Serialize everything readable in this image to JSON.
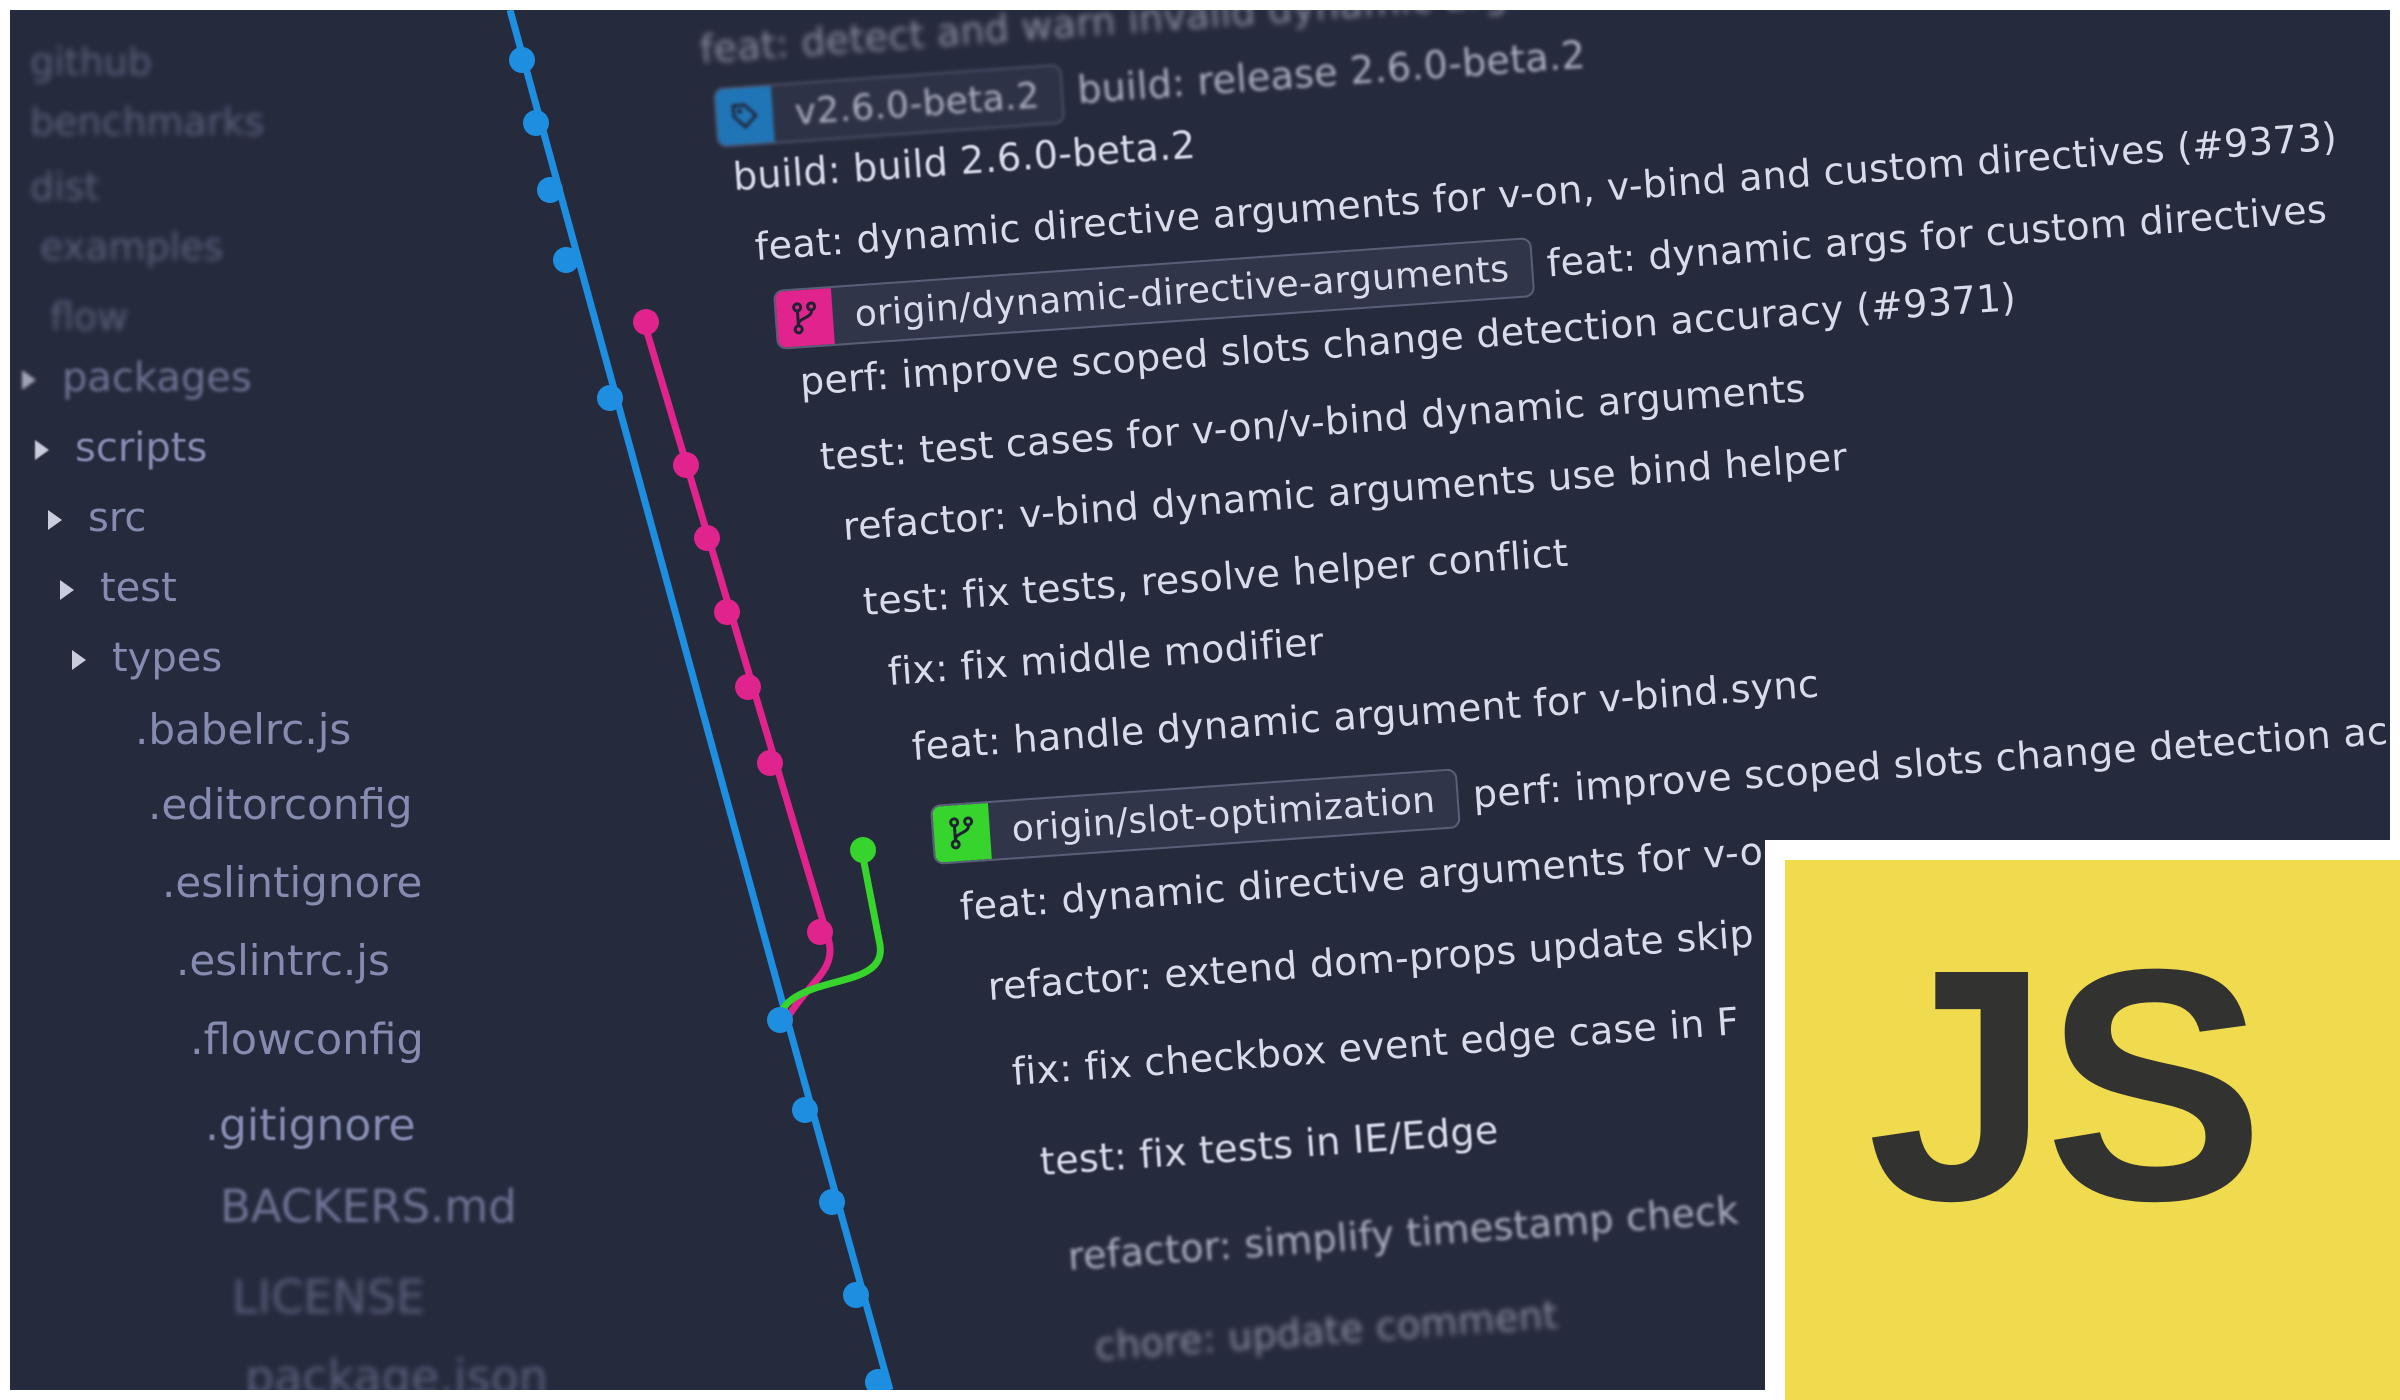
{
  "colors": {
    "background": "#262a3d",
    "tree_text": "#858cb0",
    "commit_text": "#d8dbea",
    "branch_blue": "#1e8fe0",
    "branch_pink": "#e0238d",
    "branch_green": "#36d42c",
    "js_yellow": "#f0db4f",
    "js_dark": "#323330"
  },
  "sidebar": {
    "items": [
      {
        "label": "github",
        "has_arrow": false
      },
      {
        "label": "benchmarks",
        "has_arrow": false
      },
      {
        "label": "dist",
        "has_arrow": false
      },
      {
        "label": "examples",
        "has_arrow": false
      },
      {
        "label": "flow",
        "has_arrow": false
      },
      {
        "label": "packages",
        "has_arrow": true
      },
      {
        "label": "scripts",
        "has_arrow": true
      },
      {
        "label": "src",
        "has_arrow": true
      },
      {
        "label": "test",
        "has_arrow": true
      },
      {
        "label": "types",
        "has_arrow": true
      },
      {
        "label": ".babelrc.js",
        "has_arrow": false
      },
      {
        "label": ".editorconfig",
        "has_arrow": false
      },
      {
        "label": ".eslintignore",
        "has_arrow": false
      },
      {
        "label": ".eslintrc.js",
        "has_arrow": false
      },
      {
        "label": ".flowconfig",
        "has_arrow": false
      },
      {
        "label": ".gitignore",
        "has_arrow": false
      },
      {
        "label": "BACKERS.md",
        "has_arrow": false
      },
      {
        "label": "LICENSE",
        "has_arrow": false
      },
      {
        "label": "package.json",
        "has_arrow": false
      }
    ]
  },
  "commits": [
    {
      "message": "feat: detect and warn invalid dynamic argument expressions"
    },
    {
      "tag": {
        "label": "v2.6.0-beta.2",
        "icon": "tag-icon",
        "color": "#1e8fe0"
      },
      "message": "build: release 2.6.0-beta.2"
    },
    {
      "message": "build: build 2.6.0-beta.2"
    },
    {
      "message": "feat: dynamic directive arguments for v-on, v-bind and custom directives (#9373)"
    },
    {
      "tag": {
        "label": "origin/dynamic-directive-arguments",
        "icon": "branch-icon",
        "color": "#e0238d"
      },
      "message": "feat: dynamic args for custom directives"
    },
    {
      "message": "perf: improve scoped slots change detection accuracy (#9371)"
    },
    {
      "message": "test: test cases for v-on/v-bind dynamic arguments"
    },
    {
      "message": "refactor: v-bind dynamic arguments use bind helper"
    },
    {
      "message": "test: fix tests, resolve helper conflict"
    },
    {
      "message": "fix: fix middle modifier"
    },
    {
      "message": "feat: handle dynamic argument for v-bind.sync"
    },
    {
      "tag": {
        "label": "origin/slot-optimization",
        "icon": "branch-icon",
        "color": "#36d42c"
      },
      "message": "perf: improve scoped slots change detection accuracy"
    },
    {
      "message": "feat: dynamic directive arguments for v-on"
    },
    {
      "message": "refactor: extend dom-props update skip"
    },
    {
      "message": "fix: fix checkbox event edge case in F"
    },
    {
      "message": "test: fix tests in IE/Edge"
    },
    {
      "message": "refactor: simplify timestamp check"
    },
    {
      "message": "chore: update comment"
    }
  ],
  "logo": {
    "text": "JS"
  }
}
